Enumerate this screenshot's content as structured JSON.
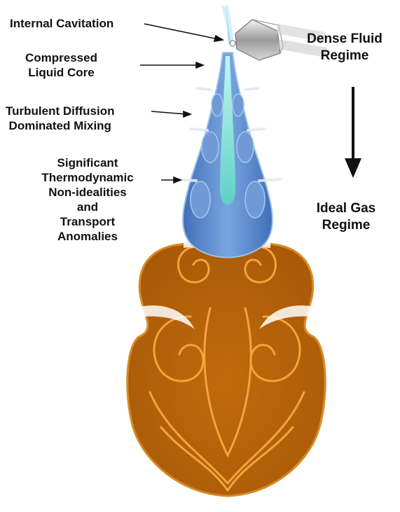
{
  "labels": {
    "internal_cavitation": "Internal Cavitation",
    "compressed_line1": "Compressed",
    "compressed_line2": "Liquid Core",
    "turbulent_line1": "Turbulent Diffusion",
    "turbulent_line2": "Dominated Mixing",
    "nonideal_line1": "Significant",
    "nonideal_line2": "Thermodynamic",
    "nonideal_line3": "Non-idealities",
    "nonideal_line4": "and",
    "nonideal_line5": "Transport",
    "nonideal_line6": "Anomalies"
  },
  "regimes": {
    "dense_line1": "Dense Fluid",
    "dense_line2": "Regime",
    "ideal_line1": "Ideal Gas",
    "ideal_line2": "Regime"
  },
  "colors": {
    "jet_blue": "#5c8fcf",
    "jet_core": "#7fe6d8",
    "plume_orange": "#c8730f",
    "plume_edge": "#f2a53a",
    "arrow": "#111111"
  },
  "icons": {
    "injector": "injector-nozzle-icon"
  }
}
